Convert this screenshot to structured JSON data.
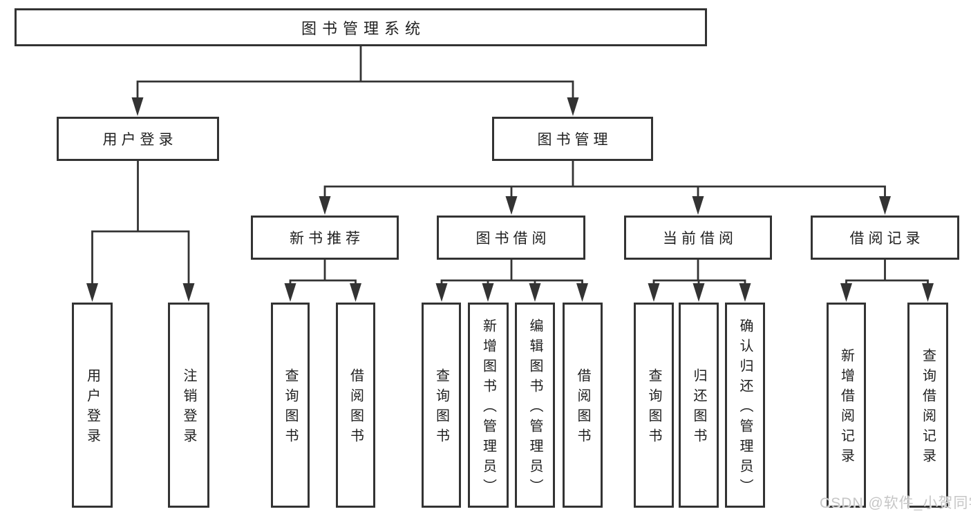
{
  "diagram": {
    "root": {
      "label": "图书管理系统"
    },
    "level2": [
      {
        "label": "用户登录",
        "children_leaves": [
          0,
          1
        ]
      },
      {
        "label": "图书管理",
        "children_level3": [
          0,
          1,
          2,
          3
        ]
      }
    ],
    "level3": [
      {
        "label": "新书推荐",
        "children_leaves": [
          2,
          3
        ]
      },
      {
        "label": "图书借阅",
        "children_leaves": [
          4,
          5,
          6,
          7
        ]
      },
      {
        "label": "当前借阅",
        "children_leaves": [
          8,
          9,
          10
        ]
      },
      {
        "label": "借阅记录",
        "children_leaves": [
          11,
          12
        ]
      }
    ],
    "leaves": [
      {
        "label": "用户登录"
      },
      {
        "label": "注销登录"
      },
      {
        "label": "查询图书"
      },
      {
        "label": "借阅图书"
      },
      {
        "label": "查询图书"
      },
      {
        "label": "新增图书（管理员）"
      },
      {
        "label": "编辑图书（管理员）"
      },
      {
        "label": "借阅图书"
      },
      {
        "label": "查询图书"
      },
      {
        "label": "归还图书"
      },
      {
        "label": "确认归还（管理员）"
      },
      {
        "label": "新增借阅记录"
      },
      {
        "label": "查询借阅记录"
      }
    ],
    "watermark": {
      "text": "CSDN @软件_小贺同学"
    },
    "colors": {
      "line": "#333333",
      "border": "#333333",
      "text": "#1f1f1f",
      "watermark": "#c6c6c6",
      "background": "#ffffff"
    }
  }
}
